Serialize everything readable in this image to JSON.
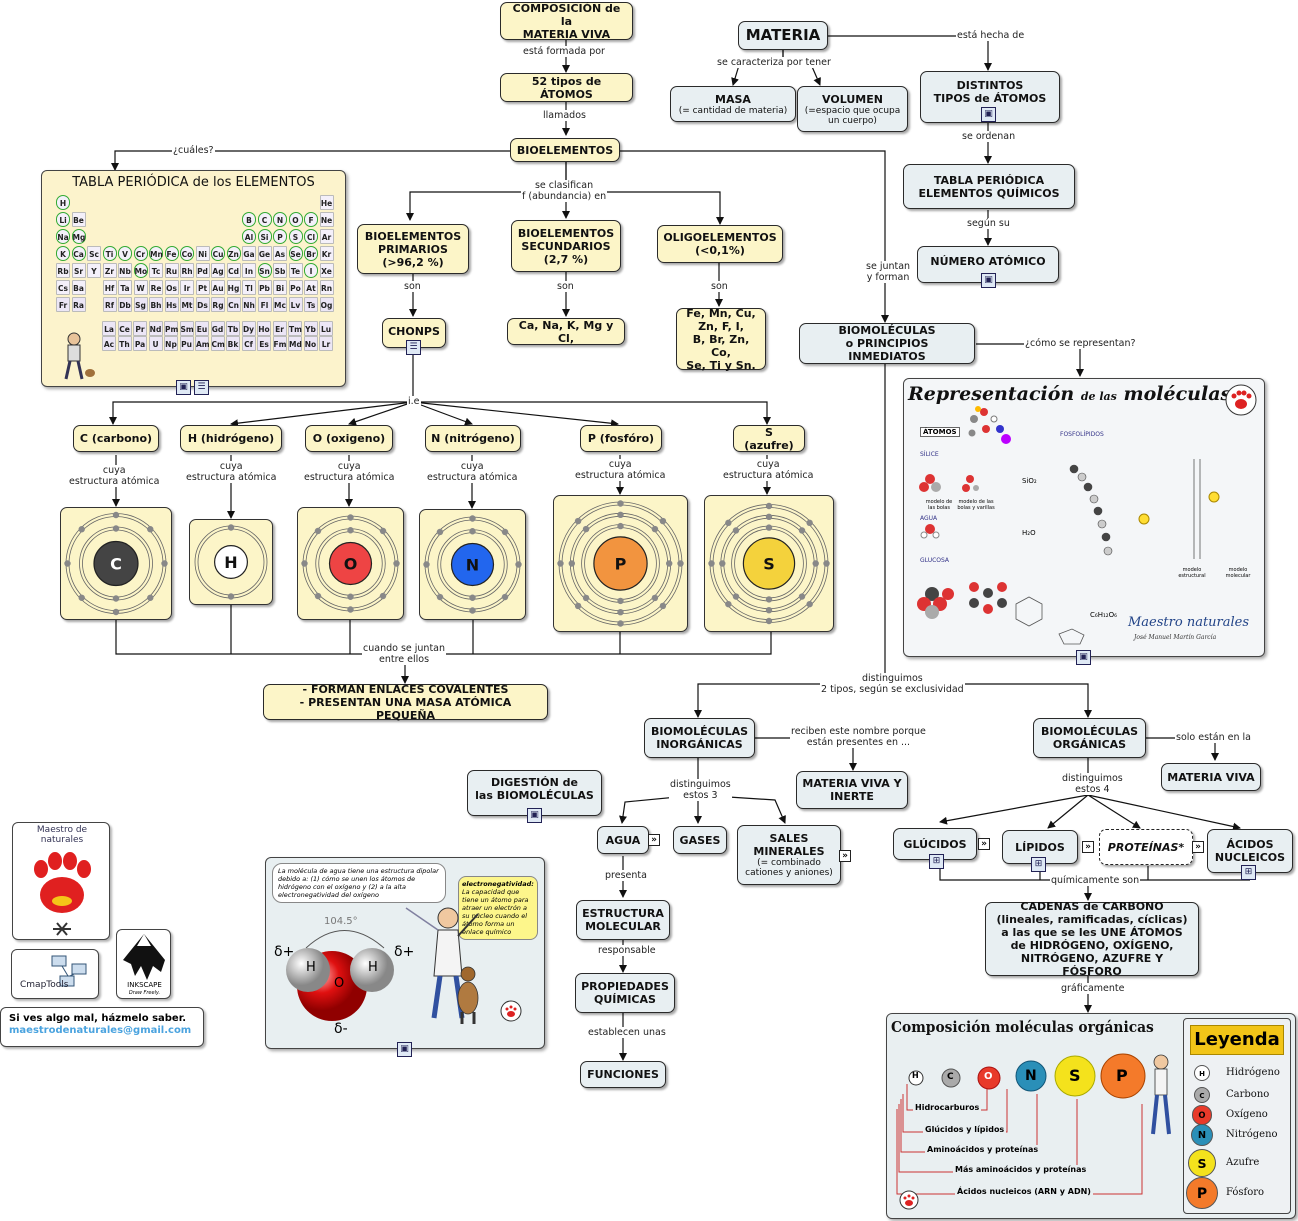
{
  "nodes": {
    "composicion": "COMPOSICIÓN de la\nMATERIA VIVA",
    "tipos_atomos": "52 tipos de ÁTOMOS",
    "bioelementos": "BIOELEMENTOS",
    "materia": "MATERIA",
    "masa": "MASA",
    "masa_sub": "(= cantidad de materia)",
    "volumen": "VOLUMEN",
    "volumen_sub": "(=espacio que ocupa\nun cuerpo)",
    "distintos_tipos": "DISTINTOS\nTIPOS de ÁTOMOS",
    "tabla_periodica_node": "TABLA PERIÓDICA\nELEMENTOS QUÍMICOS",
    "numero_atomico": "NÚMERO ATÓMICO",
    "primarios": "BIOELEMENTOS\nPRIMARIOS\n(>96,2 %)",
    "secundarios": "BIOELEMENTOS\nSECUNDARIOS\n(2,7 %)",
    "oligoelementos": "OLIGOELEMENTOS\n(<0,1%)",
    "chonps": "CHONPS",
    "secundarios_list": "Ca, Na, K, Mg y Cl,",
    "oligo_list": "Fe, Mn, Cu,\nZn, F, I,\nB, Br, Zn, Co,\nSe, Ti y Sn.",
    "biomoleculas": "BIOMOLÉCULAS\no PRINCIPIOS INMEDIATOS",
    "carbono": "C (carbono)",
    "hidrogeno": "H  (hidrógeno)",
    "oxigeno": "O (oxigeno)",
    "nitrogeno": "N (nitrógeno)",
    "fosforo": "P (fosfóro)",
    "azufre": "S (azufre)",
    "enlaces": "- FORMAN ENLACES COVALENTES\n- PRESENTAN UNA MASA ATÓMICA PEQUEÑA",
    "inorganicas": "BIOMOLÉCULAS\nINORGÁNICAS",
    "organicas": "BIOMOLÉCULAS\nORGÁNICAS",
    "materia_viva_inerte": "MATERIA VIVA Y\nINERTE",
    "materia_viva": "MATERIA VIVA",
    "digestion": "DIGESTIÓN de\nlas BIOMOLÉCULAS",
    "agua": "AGUA",
    "gases": "GASES",
    "sales": "SALES\nMINERALES",
    "sales_sub": "(= combinado\ncationes y aniones)",
    "estructura": "ESTRUCTURA\nMOLECULAR",
    "propiedades": "PROPIEDADES\nQUÍMICAS",
    "funciones": "FUNCIONES",
    "glucidos": "GLÚCIDOS",
    "lipidos": "LÍPIDOS",
    "proteinas": "PROTEÍNAS*",
    "acidos": "ÁCIDOS\nNUCLEICOS",
    "cadenas": "CADENAS de CARBONO\n(lineales, ramificadas, cíclicas)\na las que se les UNE ÁTOMOS\nde HIDRÓGENO, OXÍGENO,\nNITRÓGENO, AZUFRE Y FÓSFORO"
  },
  "labels": {
    "formada_por": "está formada por",
    "llamados": "llamados",
    "caracteriza": "se caracteriza por tener",
    "hecha_de": "está hecha de",
    "ordenan": "se ordenan",
    "segun_su": "según su",
    "cuales": "¿cuáles?",
    "clasifican": "se clasifican\nf (abundancia) en",
    "son1": "son",
    "son2": "son",
    "son3": "son",
    "juntan_forman": "se juntan\ny forman",
    "como_representan": "¿cómo se representan?",
    "ie": "i.e",
    "cuya_c": "cuya\nestructura atómica",
    "cuya_h": "cuya\nestructura atómica",
    "cuya_o": "cuya\nestructura atómica",
    "cuya_n": "cuya\nestructura atómica",
    "cuya_p": "cuya\nestructura atómica",
    "cuya_s": "cuya\nestructura atómica",
    "cuando_juntan": "cuando se juntan\nentre ellos",
    "distinguimos_tipos": "distinguimos\n2 tipos, según se exclusividad",
    "reciben_nombre": "reciben este nombre porque\nestán presentes en ...",
    "solo_estan": "solo están en la",
    "distinguimos_3": "distinguimos\nestos  3",
    "distinguimos_4": "distinguimos\nestos 4",
    "presenta": "presenta",
    "responsable": "responsable",
    "establecen": "establecen unas",
    "quimicamente": "químicamente son",
    "graficamente": "gráficamente"
  },
  "periodic_table": {
    "title": "TABLA PERIÓDICA de los ELEMENTOS",
    "rows": [
      [
        "H",
        "",
        "",
        "",
        "",
        "",
        "",
        "",
        "",
        "",
        "",
        "",
        "",
        "",
        "",
        "",
        "",
        "He"
      ],
      [
        "Li",
        "Be",
        "",
        "",
        "",
        "",
        "",
        "",
        "",
        "",
        "",
        "",
        "B",
        "C",
        "N",
        "O",
        "F",
        "Ne"
      ],
      [
        "Na",
        "Mg",
        "",
        "",
        "",
        "",
        "",
        "",
        "",
        "",
        "",
        "",
        "Al",
        "Si",
        "P",
        "S",
        "Cl",
        "Ar"
      ],
      [
        "K",
        "Ca",
        "Sc",
        "Ti",
        "V",
        "Cr",
        "Mn",
        "Fe",
        "Co",
        "Ni",
        "Cu",
        "Zn",
        "Ga",
        "Ge",
        "As",
        "Se",
        "Br",
        "Kr"
      ],
      [
        "Rb",
        "Sr",
        "Y",
        "Zr",
        "Nb",
        "Mo",
        "Tc",
        "Ru",
        "Rh",
        "Pd",
        "Ag",
        "Cd",
        "In",
        "Sn",
        "Sb",
        "Te",
        "I",
        "Xe"
      ],
      [
        "Cs",
        "Ba",
        "",
        "Hf",
        "Ta",
        "W",
        "Re",
        "Os",
        "Ir",
        "Pt",
        "Au",
        "Hg",
        "Tl",
        "Pb",
        "Bi",
        "Po",
        "At",
        "Rn"
      ],
      [
        "Fr",
        "Ra",
        "",
        "Rf",
        "Db",
        "Sg",
        "Bh",
        "Hs",
        "Mt",
        "Ds",
        "Rg",
        "Cn",
        "Nh",
        "Fl",
        "Mc",
        "Lv",
        "Ts",
        "Og"
      ]
    ],
    "lanthanides": [
      "La",
      "Ce",
      "Pr",
      "Nd",
      "Pm",
      "Sm",
      "Eu",
      "Gd",
      "Tb",
      "Dy",
      "Ho",
      "Er",
      "Tm",
      "Yb",
      "Lu"
    ],
    "actinides": [
      "Ac",
      "Th",
      "Pa",
      "U",
      "Np",
      "Pu",
      "Am",
      "Cm",
      "Bk",
      "Cf",
      "Es",
      "Fm",
      "Md",
      "No",
      "Lr"
    ]
  },
  "atoms": {
    "c": {
      "symbol": "C",
      "color": "#444444"
    },
    "h": {
      "symbol": "H",
      "color": "#ffffff"
    },
    "o": {
      "symbol": "O",
      "color": "#ee4444"
    },
    "n": {
      "symbol": "N",
      "color": "#2266ee"
    },
    "p": {
      "symbol": "P",
      "color": "#f2943f"
    },
    "s": {
      "symbol": "S",
      "color": "#f4d23c"
    }
  },
  "representacion": {
    "title_a": "Representación",
    "title_b": "de las",
    "title_c": "moléculas",
    "tags": [
      "ÁTOMOS",
      "SÍLICE",
      "AGUA",
      "GLUCOSA",
      "FOSFOLÍPIDOS"
    ],
    "captions": [
      "modelo de las bolas",
      "modelo de las bolas y varillas",
      "modelo estructural",
      "modelo molecular"
    ],
    "formulas": [
      "SiO₂",
      "H₂O",
      "C₆H₁₂O₆"
    ],
    "brand": "Maestro naturales",
    "author": "José Manuel Martín García"
  },
  "agua_panel": {
    "text": "La molécula de agua tiene una estructura dipolar debido a: (1) cómo se unen los átomos de hidrógeno con el oxígeno y (2) a la alta electronegatividad del oxígeno",
    "electro_title": "electronegatividad:",
    "electro_text": "La capacidad que tiene un átomo para atraer un electrón a su núcleo cuando el átomo forma un enlace químico",
    "angle": "104.5°",
    "h_label": "H",
    "o_label": "O",
    "d_plus": "δ+",
    "d_minus": "δ-"
  },
  "composicion_panel": {
    "title": "Composición moléculas orgánicas",
    "brackets": [
      "Hidrocarburos",
      "Glúcidos y lípidos",
      "Aminoácidos y proteínas",
      "Más aminoácidos y proteínas",
      "Ácidos nucleicos (ARN y ADN)"
    ],
    "legend_title": "Leyenda",
    "legend": [
      {
        "symbol": "H",
        "name": "Hidrógeno",
        "color": "#ffffff"
      },
      {
        "symbol": "C",
        "name": "Carbono",
        "color": "#aaaaaa"
      },
      {
        "symbol": "O",
        "name": "Oxígeno",
        "color": "#e83a2a"
      },
      {
        "symbol": "N",
        "name": "Nitrógeno",
        "color": "#2a8fb8"
      },
      {
        "symbol": "S",
        "name": "Azufre",
        "color": "#f4e21c"
      },
      {
        "symbol": "P",
        "name": "Fósforo",
        "color": "#f47a2a"
      }
    ]
  },
  "credits": {
    "maestro": "Maestro de naturales",
    "cmaptools": "CmapTools",
    "inkscape": "INKSCAPE",
    "inkscape_sub": "Draw Freely.",
    "report": "Si ves algo mal, házmelo saber.",
    "email": "maestrodenaturales@gmail.com"
  }
}
